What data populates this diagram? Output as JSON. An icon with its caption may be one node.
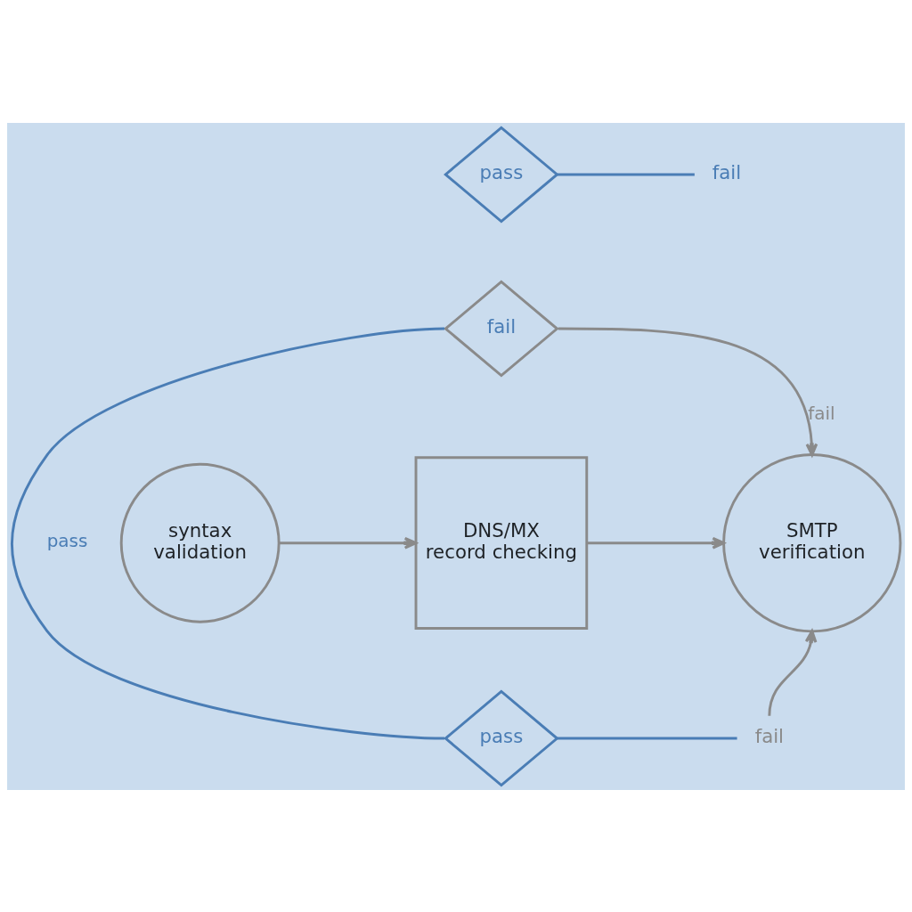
{
  "diagram": {
    "nodes": [
      {
        "text": [
          "pass"
        ]
      },
      {
        "text": [
          "fail"
        ]
      },
      {
        "text": [
          "fail"
        ]
      },
      {
        "text": [
          "syntax validation"
        ]
      },
      {
        "text": [
          "DNS/MX record checking"
        ]
      },
      {
        "text": [
          "SMTP verification"
        ]
      },
      {
        "text": [
          "pass"
        ]
      },
      {
        "text": [
          "fail"
        ]
      }
    ],
    "edges": [
      {
        "from": 0,
        "to": 1,
        "arrow": "none",
        "color": "#4a7db5"
      },
      {
        "from": 2,
        "to": 6,
        "arrow": "none",
        "label": "pass",
        "color": "#4a7db5"
      },
      {
        "from": 2,
        "to": 5,
        "arrow": "to",
        "label": "fail"
      },
      {
        "from": 3,
        "to": 4,
        "arrow": "to"
      },
      {
        "from": 4,
        "to": 5,
        "arrow": "to"
      },
      {
        "from": 6,
        "to": 7,
        "arrow": "none",
        "color": "#4a7db5"
      },
      {
        "from": 7,
        "to": 5,
        "arrow": "to"
      }
    ]
  }
}
